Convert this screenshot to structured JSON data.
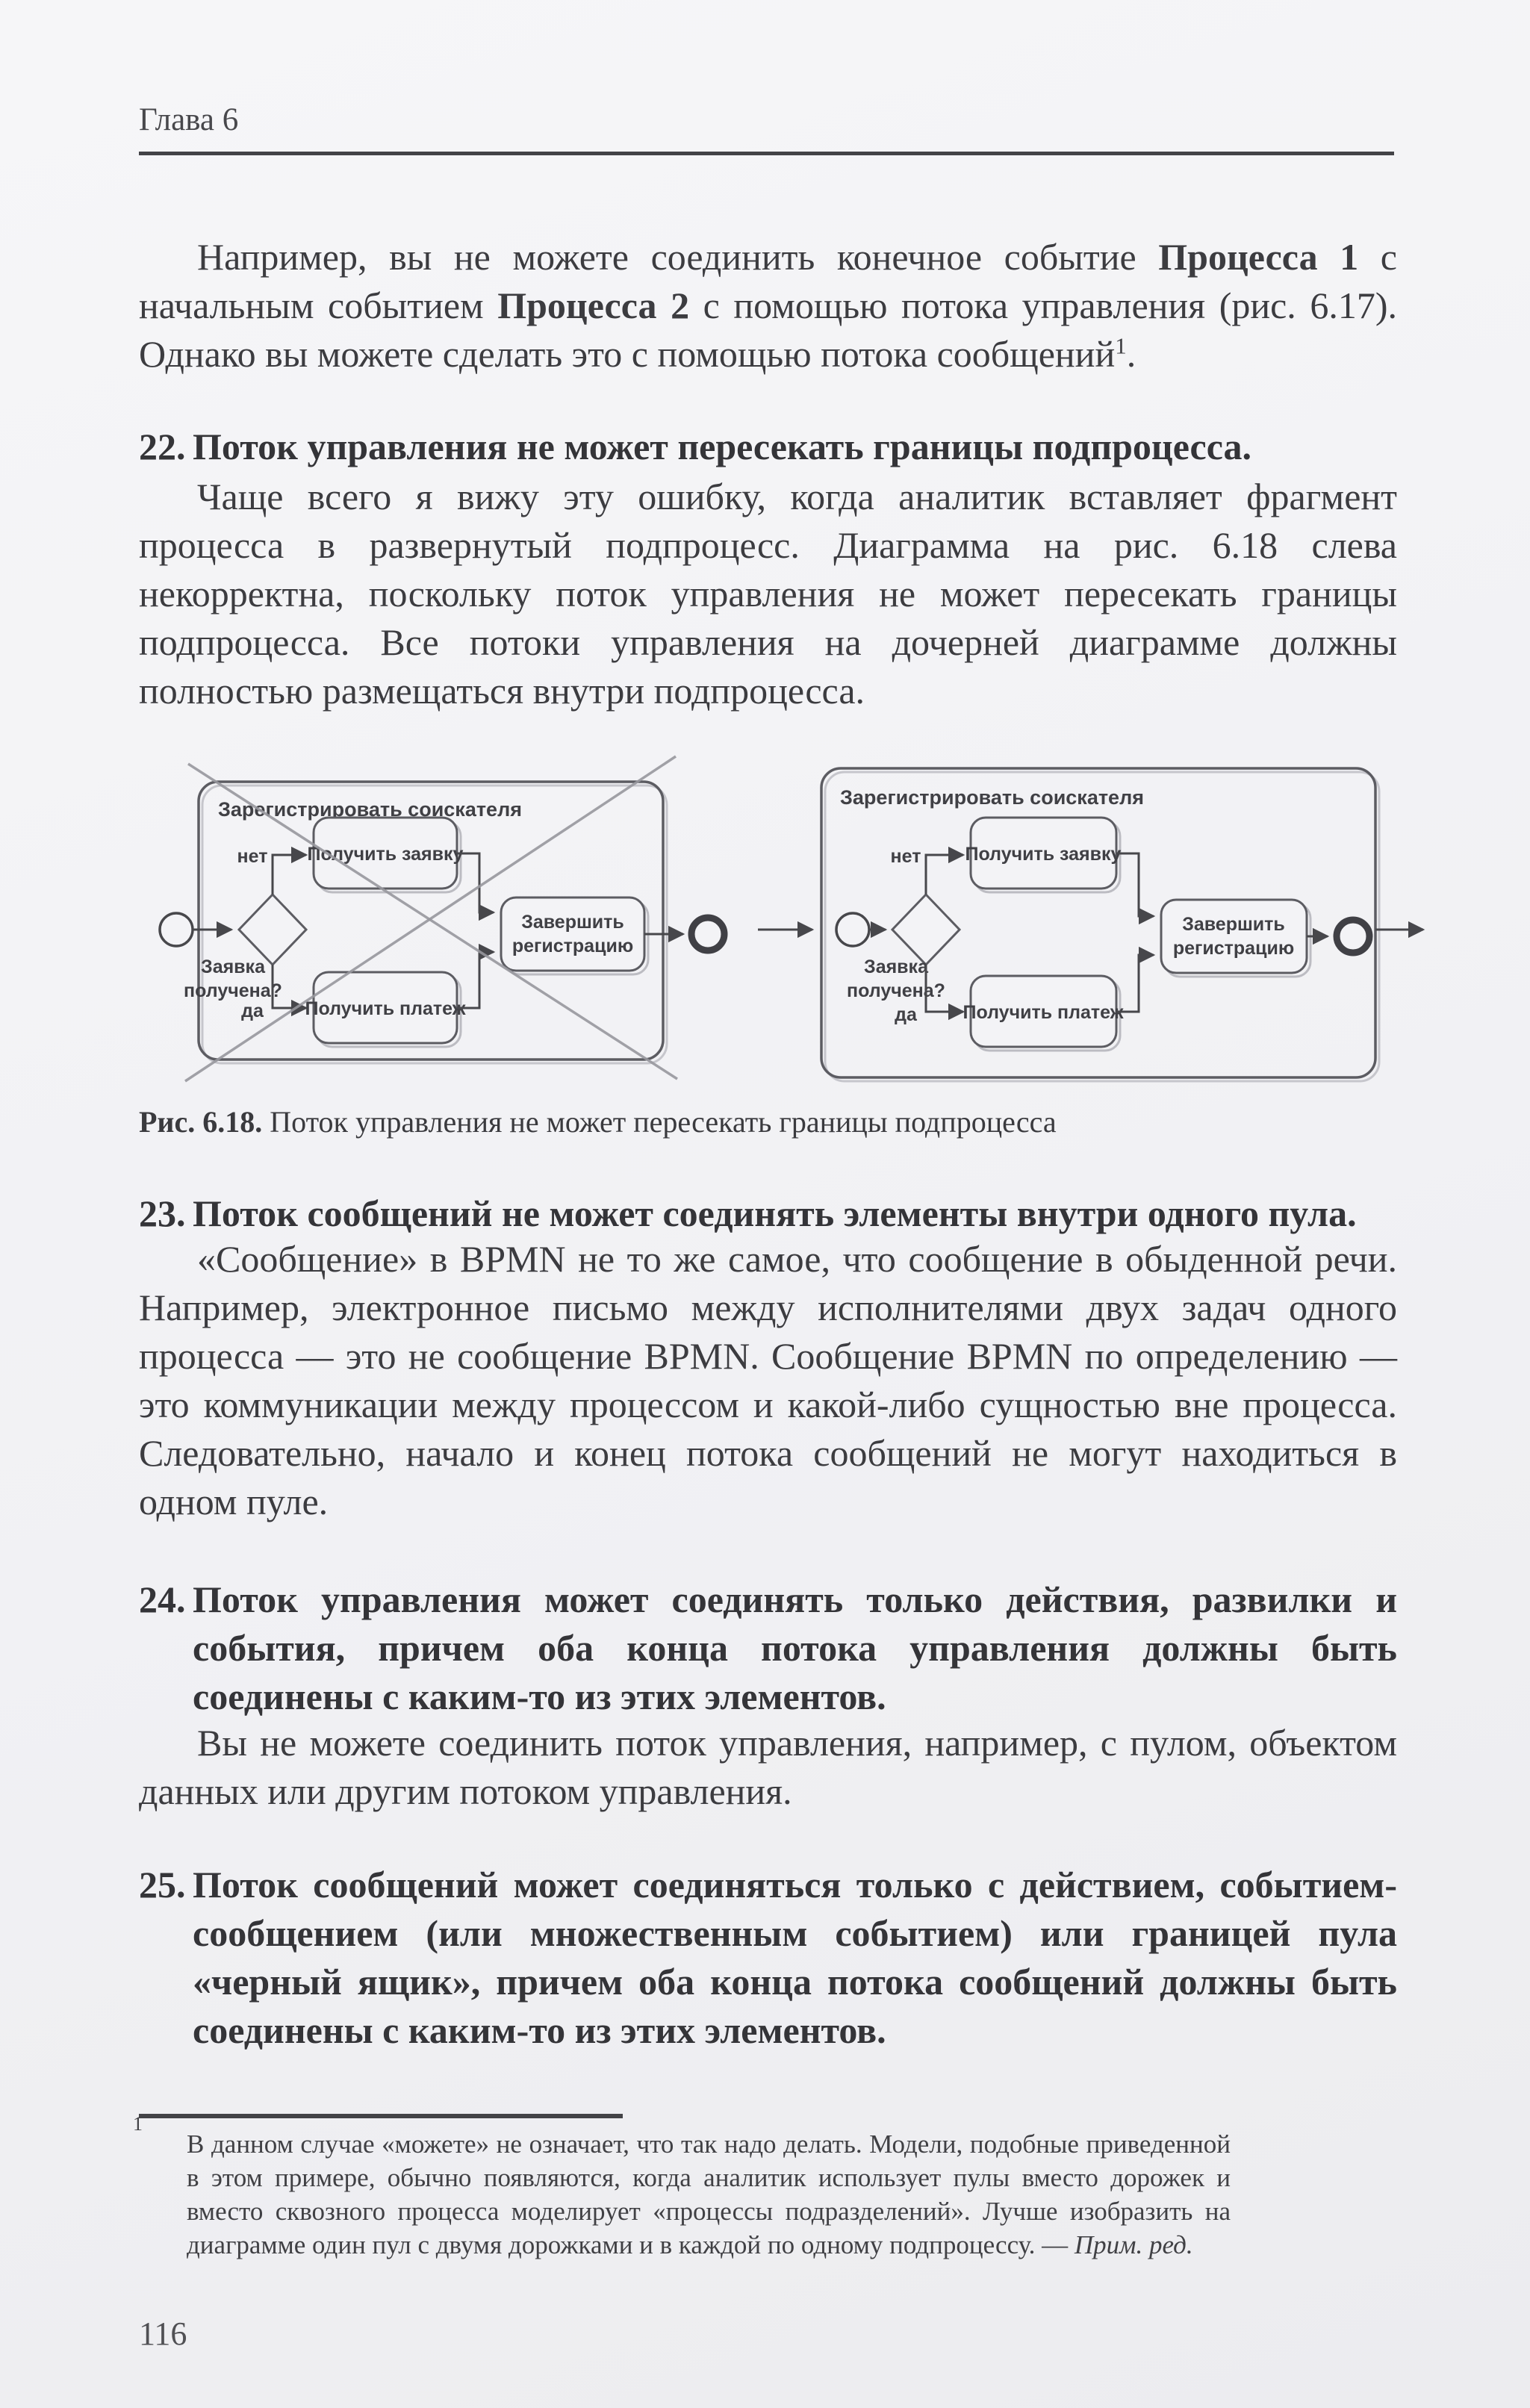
{
  "header": {
    "chapter": "Глава 6"
  },
  "intro": {
    "s1": "Например, вы не можете соединить конечное событие ",
    "s2": "Процесса 1",
    "s3": " с начальным событием ",
    "s4": "Процесса 2",
    "s5": " с помощью потока управления (рис. 6.17). Однако вы можете сделать это с помощью потока сообщений",
    "footnote_ref": "1",
    "s6": "."
  },
  "rules": [
    {
      "number": "22.",
      "title": "Поток управления не может пересекать границы подпроцесса.",
      "body": "Чаще всего я вижу эту ошибку, когда аналитик вставляет фрагмент процесса в развернутый подпроцесс. Диаграмма на рис. 6.18 слева некорректна, поскольку поток управления не может пересекать границы подпроцесса. Все потоки управления на дочерней диаграмме должны полностью размещаться внутри подпроцесса."
    },
    {
      "number": "23.",
      "title": "Поток сообщений не может соединять элементы внутри одного пула.",
      "body": "«Сообщение» в BPMN не то же самое, что сообщение в обыденной речи. Например, электронное письмо между исполнителями двух задач одного процесса — это не сообщение BPMN. Сообщение BPMN по определению — это коммуникации между процессом и какой-либо сущностью вне процесса. Следовательно, начало и конец потока сообщений не могут находиться в одном пуле."
    },
    {
      "number": "24.",
      "title": "Поток управления может соединять только действия, развилки и события, причем оба конца потока управления должны быть соединены с каким-то из этих элементов.",
      "body": "Вы не можете соединить поток управления, например, с пулом, объектом данных или другим потоком управления."
    },
    {
      "number": "25.",
      "title": "Поток сообщений может соединяться только с действием, событием-сообщением (или множественным событием) или границей пула «черный ящик», причем оба конца потока сообщений должны быть соединены с каким-то из этих элементов.",
      "body": ""
    }
  ],
  "figure": {
    "caption_label": "Рис. 6.18.",
    "caption_text": " Поток управления не может пересекать границы подпроцесса",
    "diagrams": [
      {
        "valid": false,
        "subprocess_label": "Зарегистрировать соискателя",
        "gateway_question_line1": "Заявка",
        "gateway_question_line2": "получена?",
        "label_no": "нет",
        "label_yes": "да",
        "task_top": "Получить заявку",
        "task_bottom": "Получить платеж",
        "task_final_line1": "Завершить",
        "task_final_line2": "регистрацию"
      },
      {
        "valid": true,
        "subprocess_label": "Зарегистрировать соискателя",
        "gateway_question_line1": "Заявка",
        "gateway_question_line2": "получена?",
        "label_no": "нет",
        "label_yes": "да",
        "task_top": "Получить заявку",
        "task_bottom": "Получить платеж",
        "task_final_line1": "Завершить",
        "task_final_line2": "регистрацию"
      }
    ]
  },
  "footnote": {
    "marker": "1",
    "text": "В данном случае «можете» не означает, что так надо делать. Модели, подобные приведенной в этом примере, обычно появляются, когда аналитик использует пулы вместо дорожек и вместо сквозного процесса моделирует «процессы подразделений». Лучше изобразить на диаграмме один пул с двумя дорожками и в каждой по одному подпроцессу. — ",
    "signature": "Прим. ред."
  },
  "page_number": "116"
}
